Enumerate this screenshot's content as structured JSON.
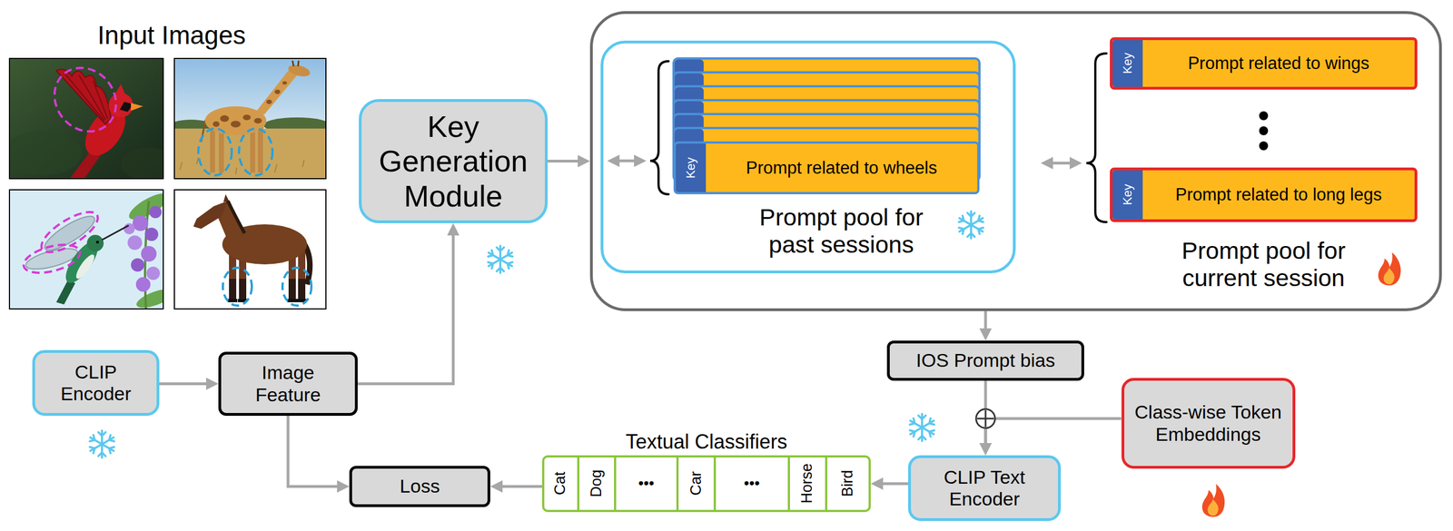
{
  "diagram": {
    "nodes": [
      {
        "text": [
          "CLIP Encoder"
        ]
      },
      {
        "text": [
          "Image Feature"
        ]
      },
      {
        "text": [
          "Key Generation Module"
        ]
      },
      {
        "text": [
          "Prompt pool for current session"
        ]
      },
      {
        "text": [
          "Prompt pool for past sessions"
        ],
        "in": 3
      },
      {
        "text": [
          "Prompt related to wheels"
        ],
        "in": 4
      },
      {
        "text": [
          "Key"
        ],
        "in": 5
      },
      {
        "text": [
          "Prompt related to wings"
        ],
        "in": 3
      },
      {
        "text": [
          "Key"
        ],
        "in": 7
      },
      {
        "text": [
          "Prompt related to long legs"
        ],
        "in": 3
      },
      {
        "text": [
          "Key"
        ],
        "in": 9
      },
      {
        "text": [
          "IOS Prompt bias"
        ]
      },
      {
        "text": [
          "Class-wise Token Embeddings"
        ]
      },
      {
        "text": [
          "CLIP Text Encoder"
        ]
      },
      {
        "text": [
          "Textual Classifiers"
        ]
      },
      {
        "text": [
          "Cat"
        ],
        "in": 14
      },
      {
        "text": [
          "Dog"
        ],
        "in": 14
      },
      {
        "text": [
          "•••"
        ],
        "in": 14
      },
      {
        "text": [
          "Car"
        ],
        "in": 14
      },
      {
        "text": [
          "•••"
        ],
        "in": 14
      },
      {
        "text": [
          "Horse"
        ],
        "in": 14
      },
      {
        "text": [
          "Bird"
        ],
        "in": 14
      },
      {
        "text": [
          "Loss"
        ]
      }
    ],
    "edges": [
      {
        "from": 0,
        "to": 1,
        "arrow": "to"
      },
      {
        "from": 1,
        "to": 2,
        "arrow": "to"
      },
      {
        "from": 2,
        "to": 3,
        "arrow": "to"
      },
      {
        "from": 1,
        "to": 22,
        "arrow": "to"
      },
      {
        "from": 3,
        "to": 11,
        "arrow": "to"
      },
      {
        "from": 11,
        "to": 13,
        "arrow": "to"
      },
      {
        "from": 12,
        "to": 13,
        "arrow": "to"
      },
      {
        "from": 13,
        "to": 14,
        "arrow": "to"
      },
      {
        "from": 14,
        "to": 22,
        "arrow": "to"
      }
    ],
    "labels": [
      "Input Images"
    ]
  }
}
